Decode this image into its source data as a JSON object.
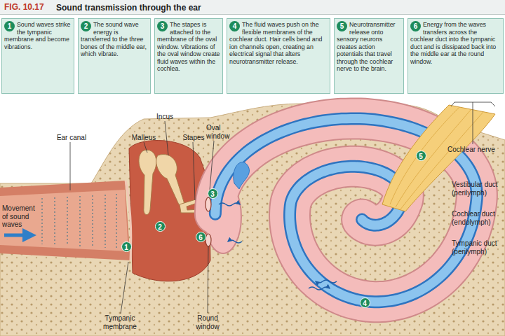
{
  "diagram": {
    "title": "Sound transmission through the ear",
    "nodes": [
      {
        "text": [
          "1",
          "Sound waves strike the tympanic membrane and become vibrations."
        ]
      },
      {
        "text": [
          "2",
          "The sound wave energy is transferred to the three bones of the middle ear, which vibrate."
        ]
      },
      {
        "text": [
          "3",
          "The stapes is attached to the membrane of the oval window. Vibrations of the oval window create fluid waves within the cochlea."
        ]
      },
      {
        "text": [
          "4",
          "The fluid waves push on the flexible membranes of the cochlear duct. Hair cells bend and ion channels open, creating an electrical signal that alters neurotransmitter release."
        ]
      },
      {
        "text": [
          "5",
          "Neurotransmitter release onto sensory neurons creates action potentials that travel through the cochlear nerve to the brain."
        ]
      },
      {
        "text": [
          "6",
          "Energy from the waves transfers across the cochlear duct into the tympanic duct and is dissipated back into the middle ear at the round window."
        ]
      }
    ],
    "labels": [
      "FIG. 10.17",
      "Incus",
      "Ear canal",
      "Malleus",
      "Stapes",
      "Oval window",
      "Cochlear nerve",
      "Movement of sound waves",
      "Vestibular duct (perilymph)",
      "Cochlear duct (endolymph)",
      "Tympanic duct (perilymph)",
      "Tympanic membrane",
      "Round window",
      "1",
      "2",
      "3",
      "4",
      "5",
      "6"
    ]
  }
}
